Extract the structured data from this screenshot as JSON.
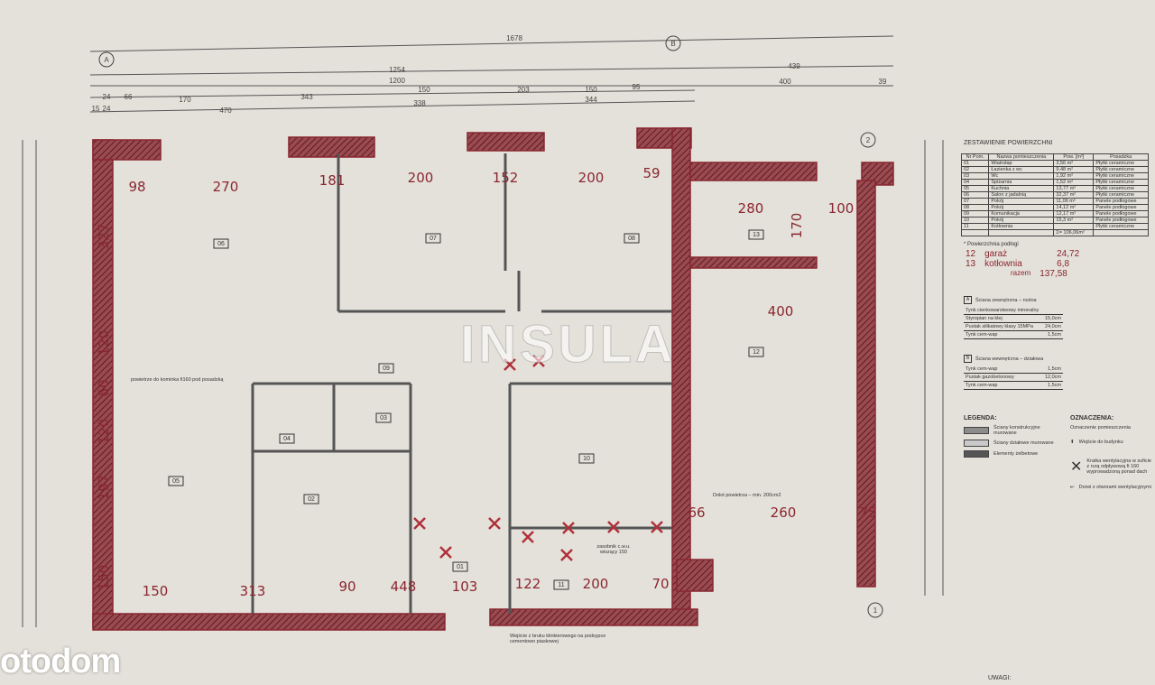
{
  "colors": {
    "paper": "#e4e1da",
    "wall": "#8a2630",
    "dim_text": "#8a2630"
  },
  "top_dimensions": [
    "1678",
    "1254",
    "1200",
    "439",
    "400",
    "39",
    "150",
    "203",
    "150",
    "95",
    "344",
    "338",
    "170",
    "343",
    "470",
    "66",
    "24",
    "15",
    "24"
  ],
  "axis_labels": [
    "A",
    "B",
    "1",
    "2"
  ],
  "red_dimensions": [
    "98",
    "270",
    "181",
    "200",
    "152",
    "200",
    "59",
    "327",
    "120",
    "60",
    "120",
    "197",
    "150",
    "150",
    "313",
    "90",
    "448",
    "103",
    "122",
    "200",
    "70",
    "66",
    "260",
    "75",
    "280",
    "100",
    "400",
    "170"
  ],
  "room_numbers": [
    "01",
    "02",
    "03",
    "04",
    "05",
    "06",
    "07",
    "08",
    "09",
    "10",
    "11",
    "12",
    "13"
  ],
  "surface_table": {
    "title": "ZESTAWIENIE POWIERZCHNI",
    "headers": [
      "Nr Pom.",
      "Nazwa pomieszczenia",
      "Pow. [m²]",
      "Posadzka"
    ],
    "rows": [
      [
        "01",
        "Wiatrołap",
        "3,56 m²",
        "Płytki ceramiczne"
      ],
      [
        "02",
        "Łazienka z wc",
        "9,48 m²",
        "Płytki ceramiczne"
      ],
      [
        "03",
        "Wc",
        "1,92 m²",
        "Płytki ceramiczne"
      ],
      [
        "04",
        "Spiżarnia",
        "1,52 m²",
        "Płytki ceramiczne"
      ],
      [
        "05",
        "Kuchnia",
        "13,77 m²",
        "Płytki ceramiczne"
      ],
      [
        "06",
        "Salon z jadalnią",
        "32,37 m²",
        "Płytki ceramiczne"
      ],
      [
        "07",
        "Pokój",
        "11,06 m²",
        "Panele podłogowe"
      ],
      [
        "08",
        "Pokój",
        "14,12 m²",
        "Panele podłogowe"
      ],
      [
        "09",
        "Komunikacja",
        "12,17 m²",
        "Panele podłogowe"
      ],
      [
        "10",
        "Pokój",
        "15,3 m²",
        "Panele podłogowe"
      ],
      [
        "11",
        "Kotłownia",
        "",
        "Płytki ceramiczne"
      ]
    ],
    "sum": "Σ= 106,06m²",
    "note": "* Powierzchnia podłogi",
    "extra": [
      [
        "12",
        "garaż",
        "24,72"
      ],
      [
        "13",
        "kotłownia",
        "6,8"
      ]
    ],
    "total_label": "razem",
    "total": "137,58"
  },
  "wall_a": {
    "tag": "A",
    "title": "Ściana zewnętrzna – nośna",
    "rows": [
      [
        "Tynk cienkowarstwowy mineralny",
        ""
      ],
      [
        "Styropian na klej",
        "15,0cm"
      ],
      [
        "Pustak silikatowy klasy 15MPa",
        "24,0cm"
      ],
      [
        "Tynk cem-wap",
        "1,5cm"
      ]
    ]
  },
  "wall_b": {
    "tag": "B",
    "title": "Ściana wewnętrzna – działowa",
    "rows": [
      [
        "Tynk cem-wap",
        "1,5cm"
      ],
      [
        "Pustak gazobetonowy",
        "12,0cm"
      ],
      [
        "Tynk cem-wap",
        "1,5cm"
      ]
    ]
  },
  "legend": {
    "title": "LEGENDA:",
    "items": [
      "Ściany konstrukcyjne murowane",
      "Ściany działowe murowane",
      "Elementy żelbetowe"
    ]
  },
  "markings": {
    "title": "OZNACZENIA:",
    "items": [
      "Oznaczenie pomieszczenia",
      "Wejście do budynku",
      "Kratka wentylacyjna w suficie z rurą odpływową fi 160 wyprowadzoną ponad dach",
      "Drzwi z otworami wentylacyjnymi"
    ]
  },
  "notes": {
    "entrance": "Wejście z bruku klinkierowego na podsypce cementowo piaskowej",
    "ventilation": "Dolot powietrza – min. 200cm2",
    "boiler": "zasobnik c.w.u. wiszący 150",
    "air_supply": "powietrze do kominka fi160 pod posadzką",
    "uwagi": "UWAGI:"
  },
  "watermark": "INSULA",
  "brand": "otodom"
}
